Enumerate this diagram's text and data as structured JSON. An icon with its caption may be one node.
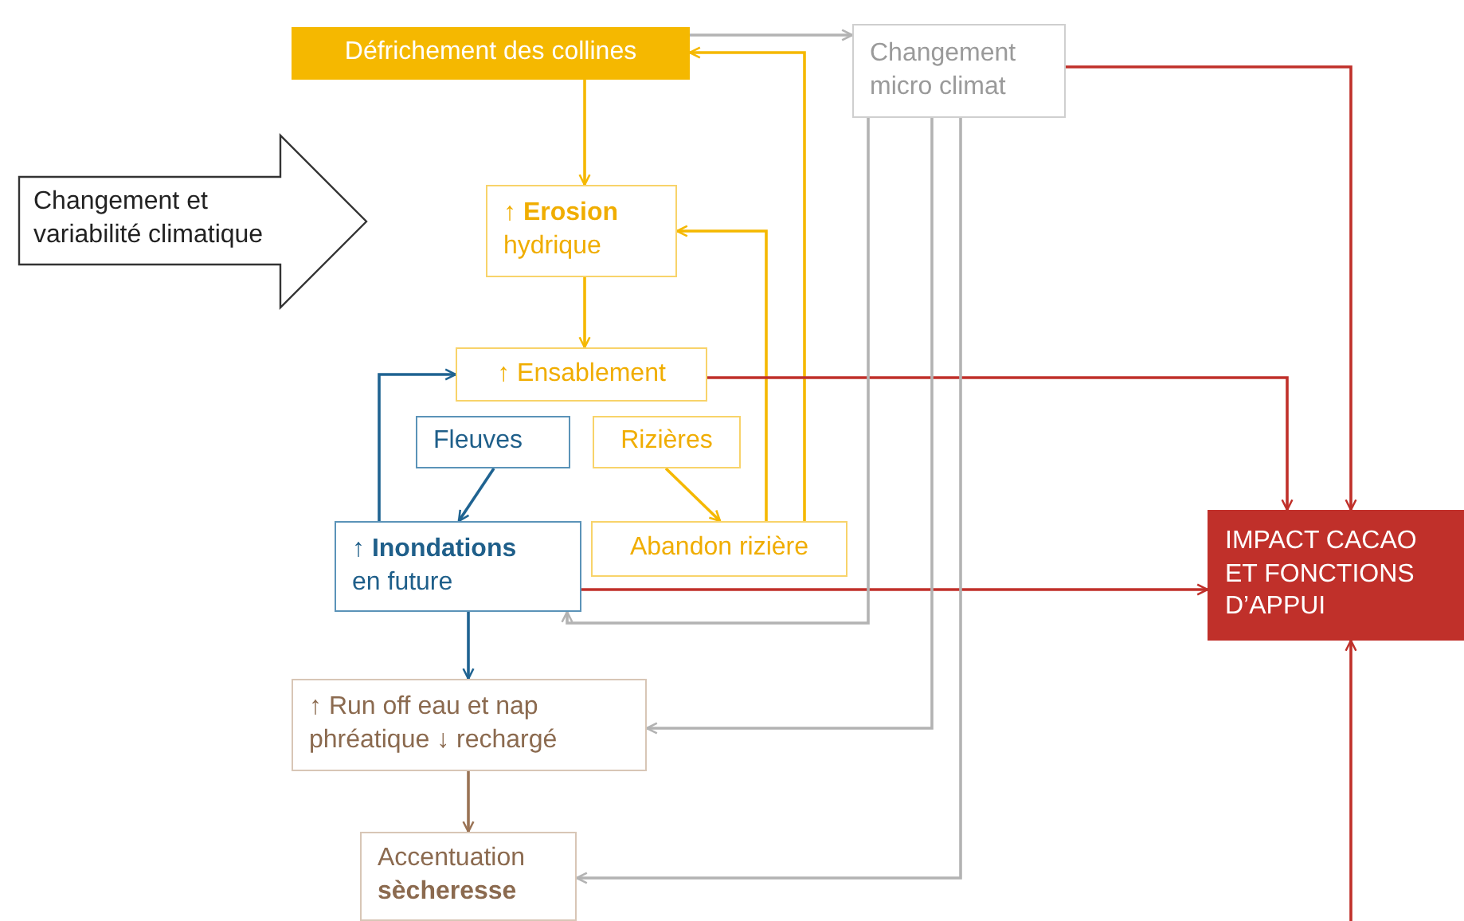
{
  "diagram": {
    "nodes": [
      {
        "text": [
          "Défrichement des collines"
        ]
      },
      {
        "text": [
          "Changement micro climat"
        ]
      },
      {
        "text": [
          "Changement et variabilité climatique"
        ]
      },
      {
        "text": [
          "↑ **Erosion** hydrique"
        ]
      },
      {
        "text": [
          "↑ Ensablement"
        ]
      },
      {
        "text": [
          "Fleuves"
        ]
      },
      {
        "text": [
          "Rizières"
        ]
      },
      {
        "text": [
          "↑ **Inondations** en future"
        ]
      },
      {
        "text": [
          "Abandon rizière"
        ]
      },
      {
        "text": [
          "IMPACT CACAO ET FONCTIONS D’APPUI"
        ]
      },
      {
        "text": [
          "↑ Run off eau et nap phréatique ↓ rechargé"
        ]
      },
      {
        "text": [
          "Accentuation **sècheresse**"
        ]
      }
    ],
    "edges": [
      {
        "from": 0,
        "to": 3,
        "arrow": "to"
      },
      {
        "from": 0,
        "to": 1,
        "arrow": "to",
        "color": "#b3b3b3"
      },
      {
        "from": 3,
        "to": 4,
        "arrow": "to"
      },
      {
        "from": 8,
        "to": 0,
        "arrow": "to"
      },
      {
        "from": 8,
        "to": 3,
        "arrow": "to"
      },
      {
        "from": 4,
        "to": 9,
        "arrow": "to",
        "color": "#c0302a"
      },
      {
        "from": 1,
        "to": 9,
        "arrow": "to",
        "color": "#c0302a"
      },
      {
        "from": 7,
        "to": 9,
        "arrow": "to",
        "color": "#c0302a"
      },
      {
        "from": null,
        "to": 9,
        "arrow": "to",
        "color": "#c0302a"
      },
      {
        "from": 5,
        "to": 7,
        "arrow": "to",
        "color": "#1f6391"
      },
      {
        "from": 6,
        "to": 8,
        "arrow": "to"
      },
      {
        "from": 7,
        "to": 4,
        "arrow": "to",
        "color": "#1f6391"
      },
      {
        "from": 7,
        "to": 10,
        "arrow": "to",
        "color": "#1f6391"
      },
      {
        "from": 10,
        "to": 11,
        "arrow": "to",
        "color": "#9a7355"
      },
      {
        "from": 1,
        "to": 7,
        "arrow": "to",
        "color": "#b3b3b3"
      },
      {
        "from": 1,
        "to": 10,
        "arrow": "to",
        "color": "#b3b3b3"
      },
      {
        "from": 1,
        "to": 11,
        "arrow": "to",
        "color": "#b3b3b3"
      }
    ]
  }
}
